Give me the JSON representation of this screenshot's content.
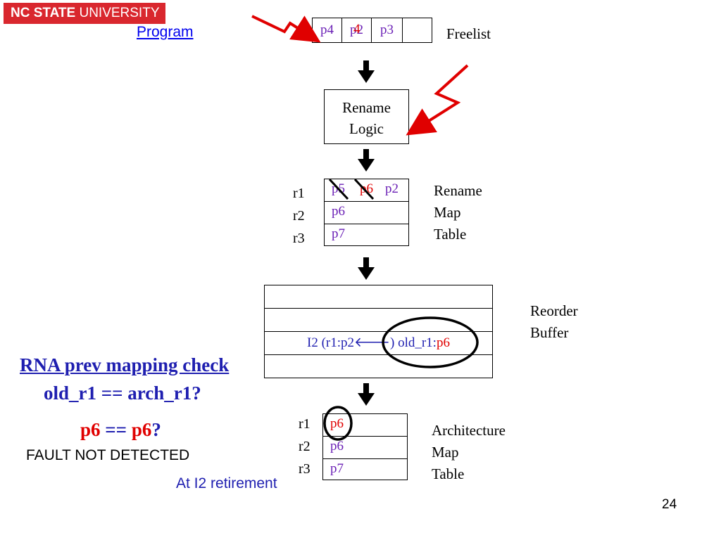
{
  "header": {
    "logo_bold": "NC STATE",
    "logo_rest": "UNIVERSITY",
    "program_link": "Program"
  },
  "freelist": {
    "label": "Freelist",
    "cells": [
      "p4",
      "p2",
      "p3",
      ""
    ],
    "overlay_glyph": "4"
  },
  "rename_logic": {
    "line1": "Rename",
    "line2": "Logic"
  },
  "rename_map_table": {
    "label_lines": [
      "Rename",
      "Map",
      "Table"
    ],
    "rows": [
      {
        "reg": "r1",
        "entries": [
          "p5",
          "p6",
          "p2"
        ]
      },
      {
        "reg": "r2",
        "entries": [
          "p6"
        ]
      },
      {
        "reg": "r3",
        "entries": [
          "p7"
        ]
      }
    ]
  },
  "reorder_buffer": {
    "label_lines": [
      "Reorder",
      "Buffer"
    ],
    "entry_prefix": "I2 (r1:p2",
    "entry_arrow": "🡐",
    "entry_old": "old_r1:",
    "entry_old_value": "p6"
  },
  "architecture_map_table": {
    "label_lines": [
      "Architecture",
      "Map",
      "Table"
    ],
    "rows": [
      {
        "reg": "r1",
        "entry": "p6"
      },
      {
        "reg": "r2",
        "entry": "p6"
      },
      {
        "reg": "r3",
        "entry": "p7"
      }
    ]
  },
  "notes": {
    "rna_title": "RNA prev mapping check",
    "rna_question": "old_r1 == arch_r1?",
    "cmp_left": "p6",
    "cmp_op": " == ",
    "cmp_right": "p6",
    "cmp_q": "?",
    "fault": "FAULT NOT DETECTED",
    "retirement": "At I2 retirement"
  },
  "page_number": "24",
  "colors": {
    "register_text": "#6a1fb5",
    "highlight": "#e00000",
    "note_text": "#1f1fb0",
    "fault_arrow": "#e00000"
  }
}
